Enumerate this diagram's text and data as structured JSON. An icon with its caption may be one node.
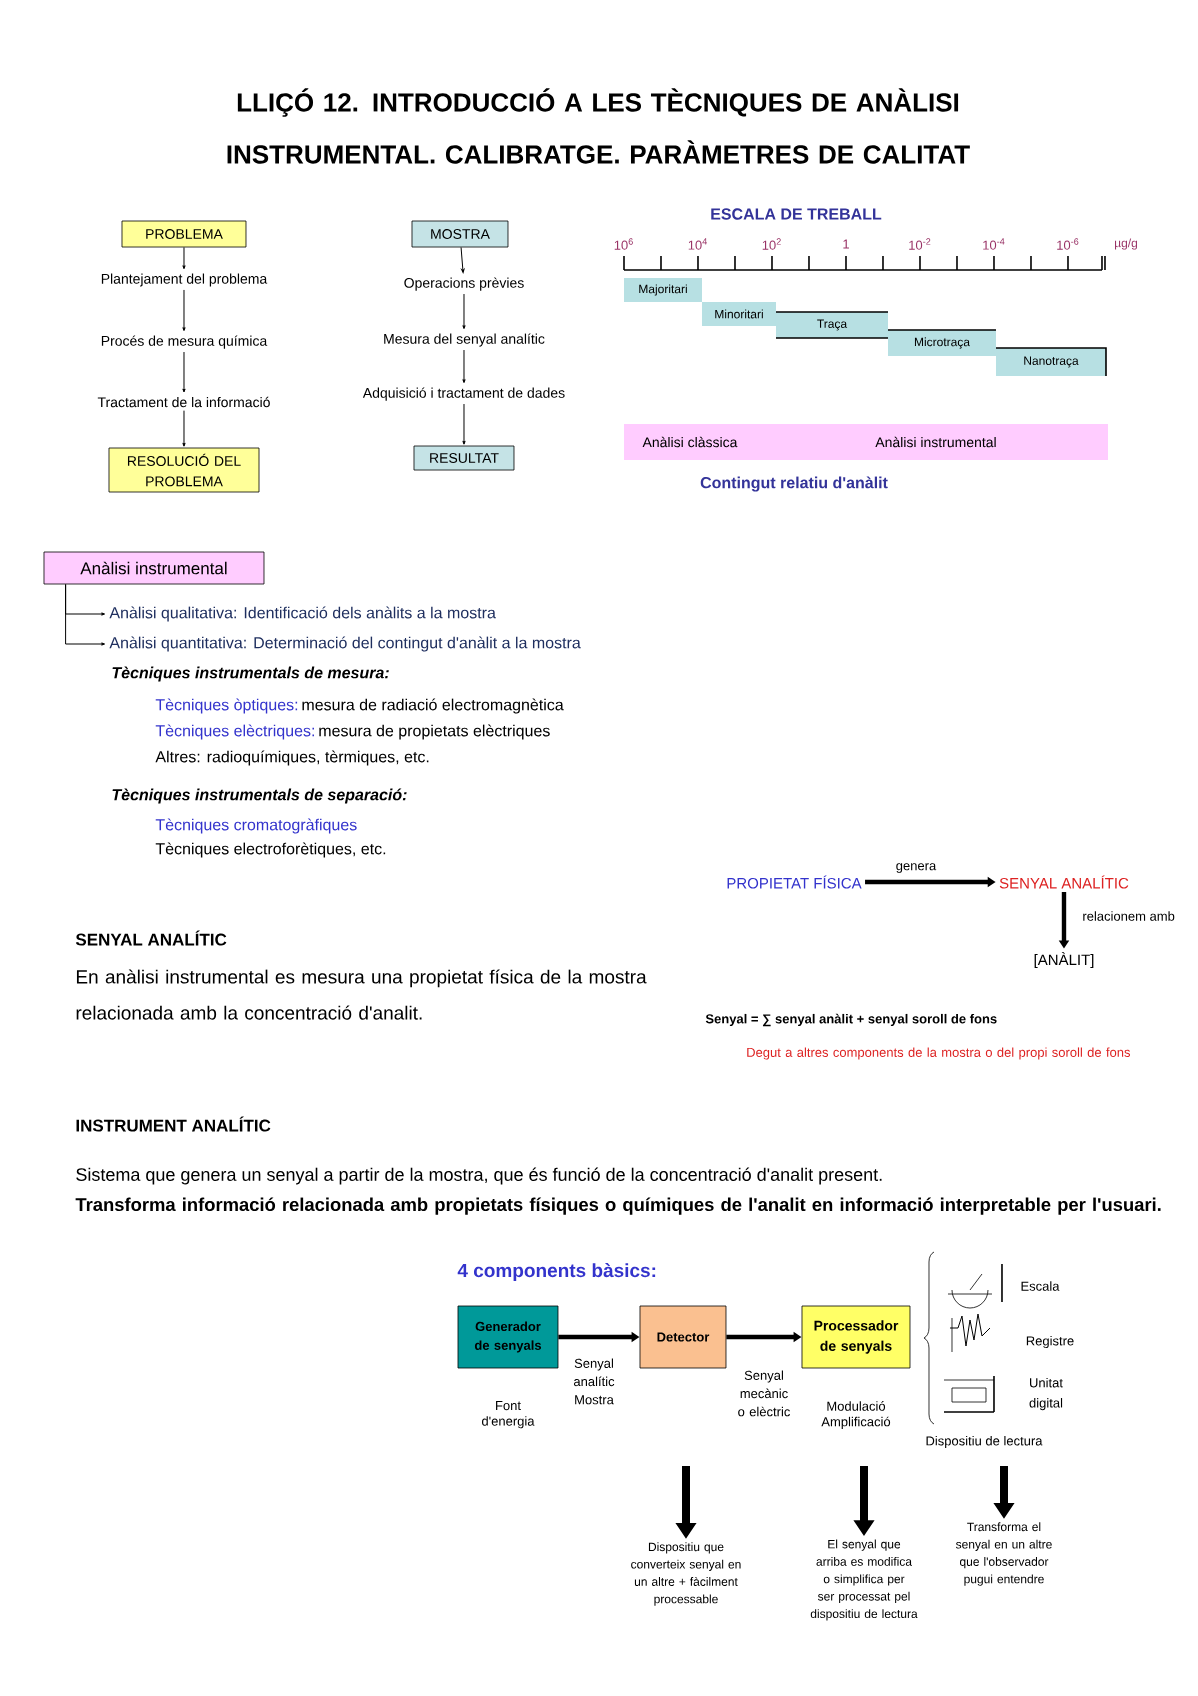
{
  "diagram": {
    "title": "LLIÇÓ 12. INTRODUCCIÓ A LES TÈCNIQUES DE ANÀLISI INSTRUMENTAL. CALIBRATGE. PARÀMETRES DE CALITAT",
    "nodes": [
      {
        "text": [
          "PROBLEMA"
        ]
      },
      {
        "text": [
          "Plantejament del problema"
        ]
      },
      {
        "text": [
          "Procés de mesura química"
        ]
      },
      {
        "text": [
          "Tractament de la informació"
        ]
      },
      {
        "text": [
          "RESOLUCIÓ DEL PROBLEMA"
        ]
      },
      {
        "text": [
          "MOSTRA"
        ]
      },
      {
        "text": [
          "Operacions prèvies"
        ]
      },
      {
        "text": [
          "Mesura del senyal analític"
        ]
      },
      {
        "text": [
          "Adquisició i tractament de dades"
        ]
      },
      {
        "text": [
          "RESULTAT"
        ]
      },
      {
        "text": [
          "Majoritari"
        ]
      },
      {
        "text": [
          "Minoritari"
        ]
      },
      {
        "text": [
          "Traça"
        ]
      },
      {
        "text": [
          "Microtraça"
        ]
      },
      {
        "text": [
          "Nanotraça"
        ]
      },
      {
        "text": [
          "Anàlisi clàssica",
          "Anàlisi instrumental"
        ]
      },
      {
        "text": [
          "Anàlisi instrumental"
        ]
      },
      {
        "text": [
          "Anàlisi qualitativa: Identificació dels anàlits a la mostra"
        ]
      },
      {
        "text": [
          "Anàlisi quantitativa: Determinació del contingut d'anàlit a la mostra"
        ]
      },
      {
        "text": [
          "PROPIETAT FÍSICA"
        ]
      },
      {
        "text": [
          "SENYAL ANALÍTIC"
        ]
      },
      {
        "text": [
          "[ANÀLIT]"
        ]
      },
      {
        "text": [
          "Generador de senyals"
        ],
        "beside": [
          "Font d'energia"
        ]
      },
      {
        "text": [
          "Detector"
        ]
      },
      {
        "text": [
          "Processador de senyals"
        ],
        "beside": [
          "Modulació Amplificació"
        ]
      },
      {
        "text": [
          "Dispositiu que converteix senyal en un altre + fàcilment processable"
        ]
      },
      {
        "text": [
          "El senyal que arriba es modifica o simplifica per ser processat pel dispositiu de lectura"
        ]
      },
      {
        "text": [
          "Transforma el senyal en un altre que l'observador pugui entendre"
        ]
      }
    ],
    "edges": [
      {
        "from": 0,
        "to": 1,
        "arrow": "to"
      },
      {
        "from": 1,
        "to": 2,
        "arrow": "to"
      },
      {
        "from": 2,
        "to": 3,
        "arrow": "to"
      },
      {
        "from": 3,
        "to": 4,
        "arrow": "to"
      },
      {
        "from": 5,
        "to": 6,
        "arrow": "to"
      },
      {
        "from": 6,
        "to": 7,
        "arrow": "to"
      },
      {
        "from": 7,
        "to": 8,
        "arrow": "to"
      },
      {
        "from": 8,
        "to": 9,
        "arrow": "to"
      },
      {
        "from": 16,
        "to": 17,
        "arrow": "to"
      },
      {
        "from": 16,
        "to": 18,
        "arrow": "to"
      },
      {
        "from": 19,
        "to": 20,
        "arrow": "to",
        "label": "genera",
        "style": "thick"
      },
      {
        "from": 20,
        "to": 21,
        "arrow": "to",
        "label": "relacionem amb",
        "style": "thick"
      },
      {
        "from": 22,
        "to": 23,
        "arrow": "to",
        "label": "Senyal analític Mostra",
        "style": "thick"
      },
      {
        "from": 23,
        "to": 24,
        "arrow": "to",
        "label": "Senyal mecànic o elèctric",
        "style": "thick"
      },
      {
        "from": null,
        "to": 25,
        "arrow": "to",
        "style": "thick"
      },
      {
        "from": null,
        "to": 26,
        "arrow": "to",
        "style": "thick"
      },
      {
        "from": null,
        "to": 27,
        "arrow": "to",
        "style": "thick"
      }
    ],
    "labels": [
      "ESCALA DE TREBALL",
      "10$^{6}$",
      "10$^{4}$",
      "10$^{2}$",
      "1",
      "10$^{-2}$",
      "10$^{-4}$",
      "10$^{-6}$",
      "µg/g",
      "Contingut relatiu d'anàlit",
      "Tècniques instrumentals de mesura:",
      "Tècniques òptiques:",
      "mesura de radiació electromagnètica",
      "Tècniques elèctriques:",
      "mesura de propietats elèctriques",
      "Altres: radioquímiques, tèrmiques, etc.",
      "Tècniques instrumentals de separació:",
      "Tècniques cromatogràfiques",
      "Tècniques electroforètiques, etc.",
      "SENYAL ANALÍTIC",
      "En anàlisi instrumental es mesura una propietat física de la mostra relacionada amb la concentració d'analit.",
      "Senyal = ∑ senyal anàlit + senyal soroll de fons",
      "Degut a altres components de la mostra o del propi soroll de fons",
      "INSTRUMENT ANALÍTIC",
      "Sistema que genera un senyal a partir de la mostra, que és funció de la concentració d'analit present.",
      "Transforma informació relacionada amb propietats físiques o químiques de l'analit en informació interpretable per l'usuari.",
      "4 components bàsics:",
      "Escala",
      "Registre",
      "Unitat digital",
      "Dispositiu de lectura"
    ]
  }
}
